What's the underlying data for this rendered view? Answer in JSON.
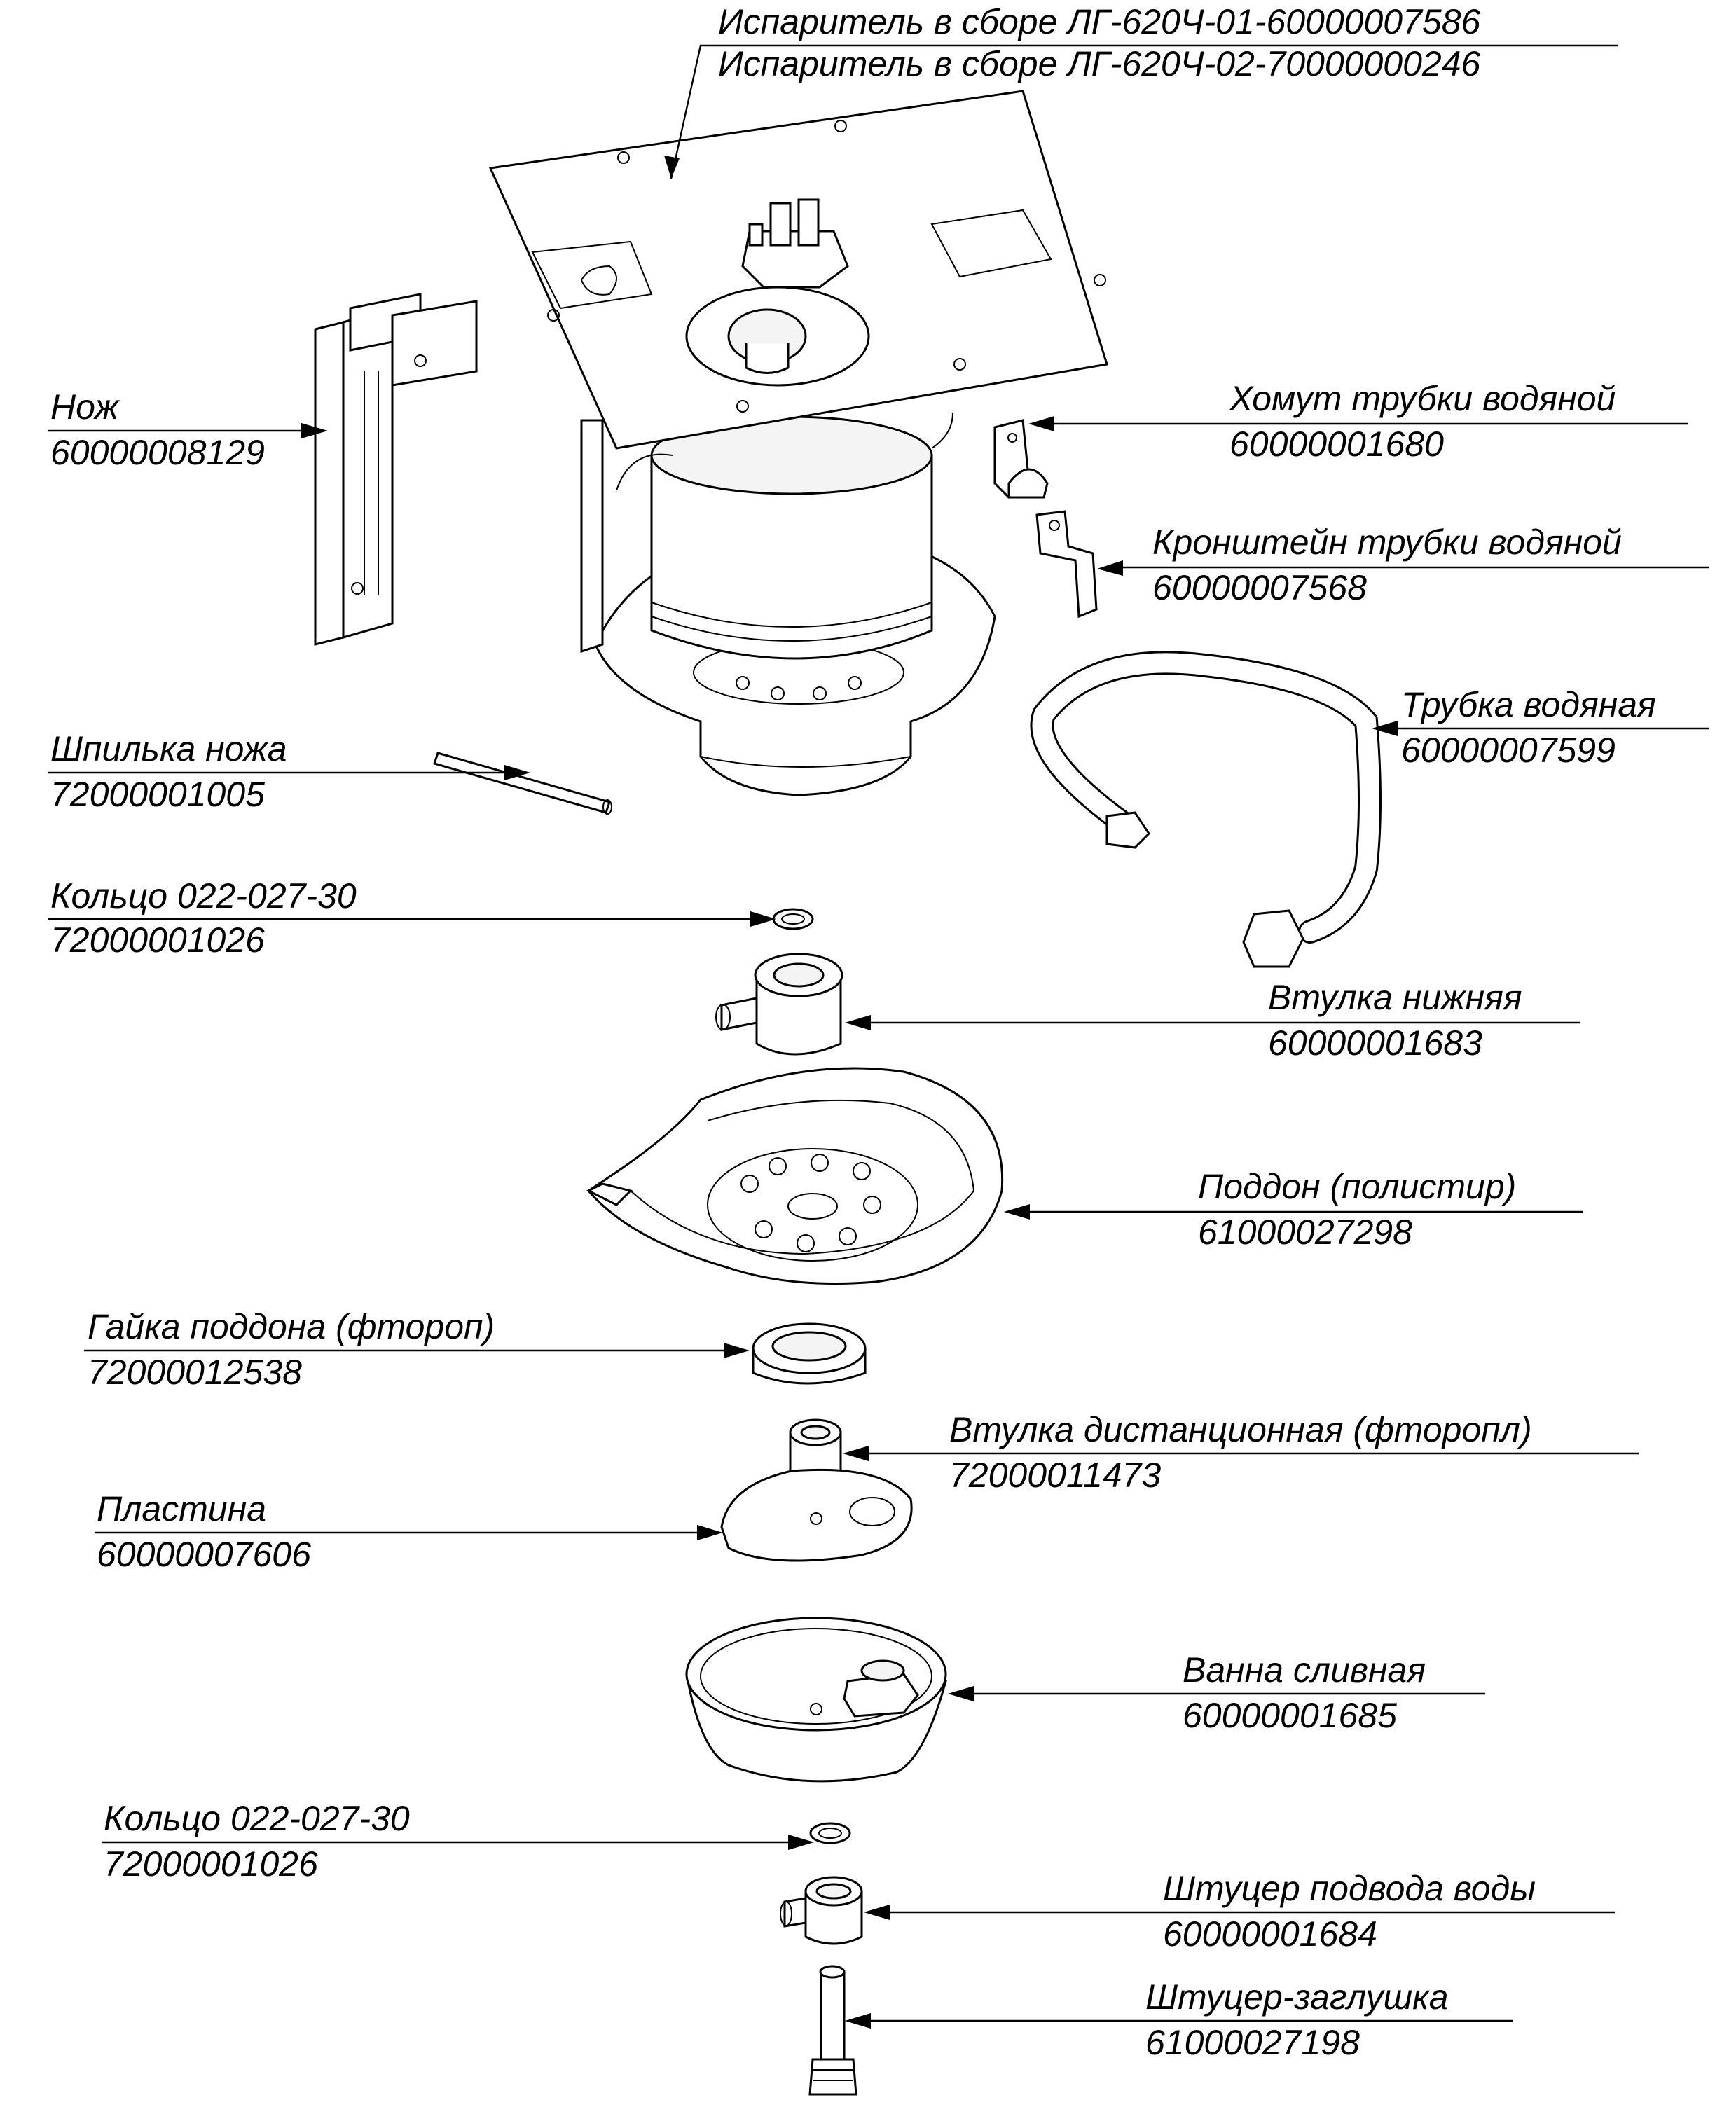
{
  "assembly": {
    "title_line1": "Испаритель в сборе ЛГ-620Ч-01-60000007586",
    "title_line2": "Испаритель в сборе ЛГ-620Ч-02-70000000246"
  },
  "callouts": [
    {
      "id": "nozh",
      "name": "Нож",
      "code": "60000008129"
    },
    {
      "id": "homut",
      "name": "Хомут трубки водяной",
      "code": "60000001680"
    },
    {
      "id": "kronshtein",
      "name": "Кронштейн трубки водяной",
      "code": "60000007568"
    },
    {
      "id": "shpilka",
      "name": "Шпилька ножа",
      "code": "72000001005"
    },
    {
      "id": "trubka",
      "name": "Трубка водяная",
      "code": "60000007599"
    },
    {
      "id": "kolco1",
      "name": "Кольцо 022-027-30",
      "code": "72000001026"
    },
    {
      "id": "vtulka-nizhn",
      "name": "Втулка нижняя",
      "code": "60000001683"
    },
    {
      "id": "poddon",
      "name": "Поддон (полистир)",
      "code": "61000027298"
    },
    {
      "id": "gaika",
      "name": "Гайка поддона (фтороп)",
      "code": "72000012538"
    },
    {
      "id": "vtulka-dist",
      "name": "Втулка дистанционная (фторопл)",
      "code": "72000011473"
    },
    {
      "id": "plastina",
      "name": "Пластина",
      "code": "60000007606"
    },
    {
      "id": "vanna",
      "name": "Ванна сливная",
      "code": "60000001685"
    },
    {
      "id": "kolco2",
      "name": "Кольцо 022-027-30",
      "code": "72000001026"
    },
    {
      "id": "shtucer-podv",
      "name": "Штуцер подвода воды",
      "code": "60000001684"
    },
    {
      "id": "shtucer-zagl",
      "name": "Штуцер-заглушка",
      "code": "61000027198"
    }
  ]
}
